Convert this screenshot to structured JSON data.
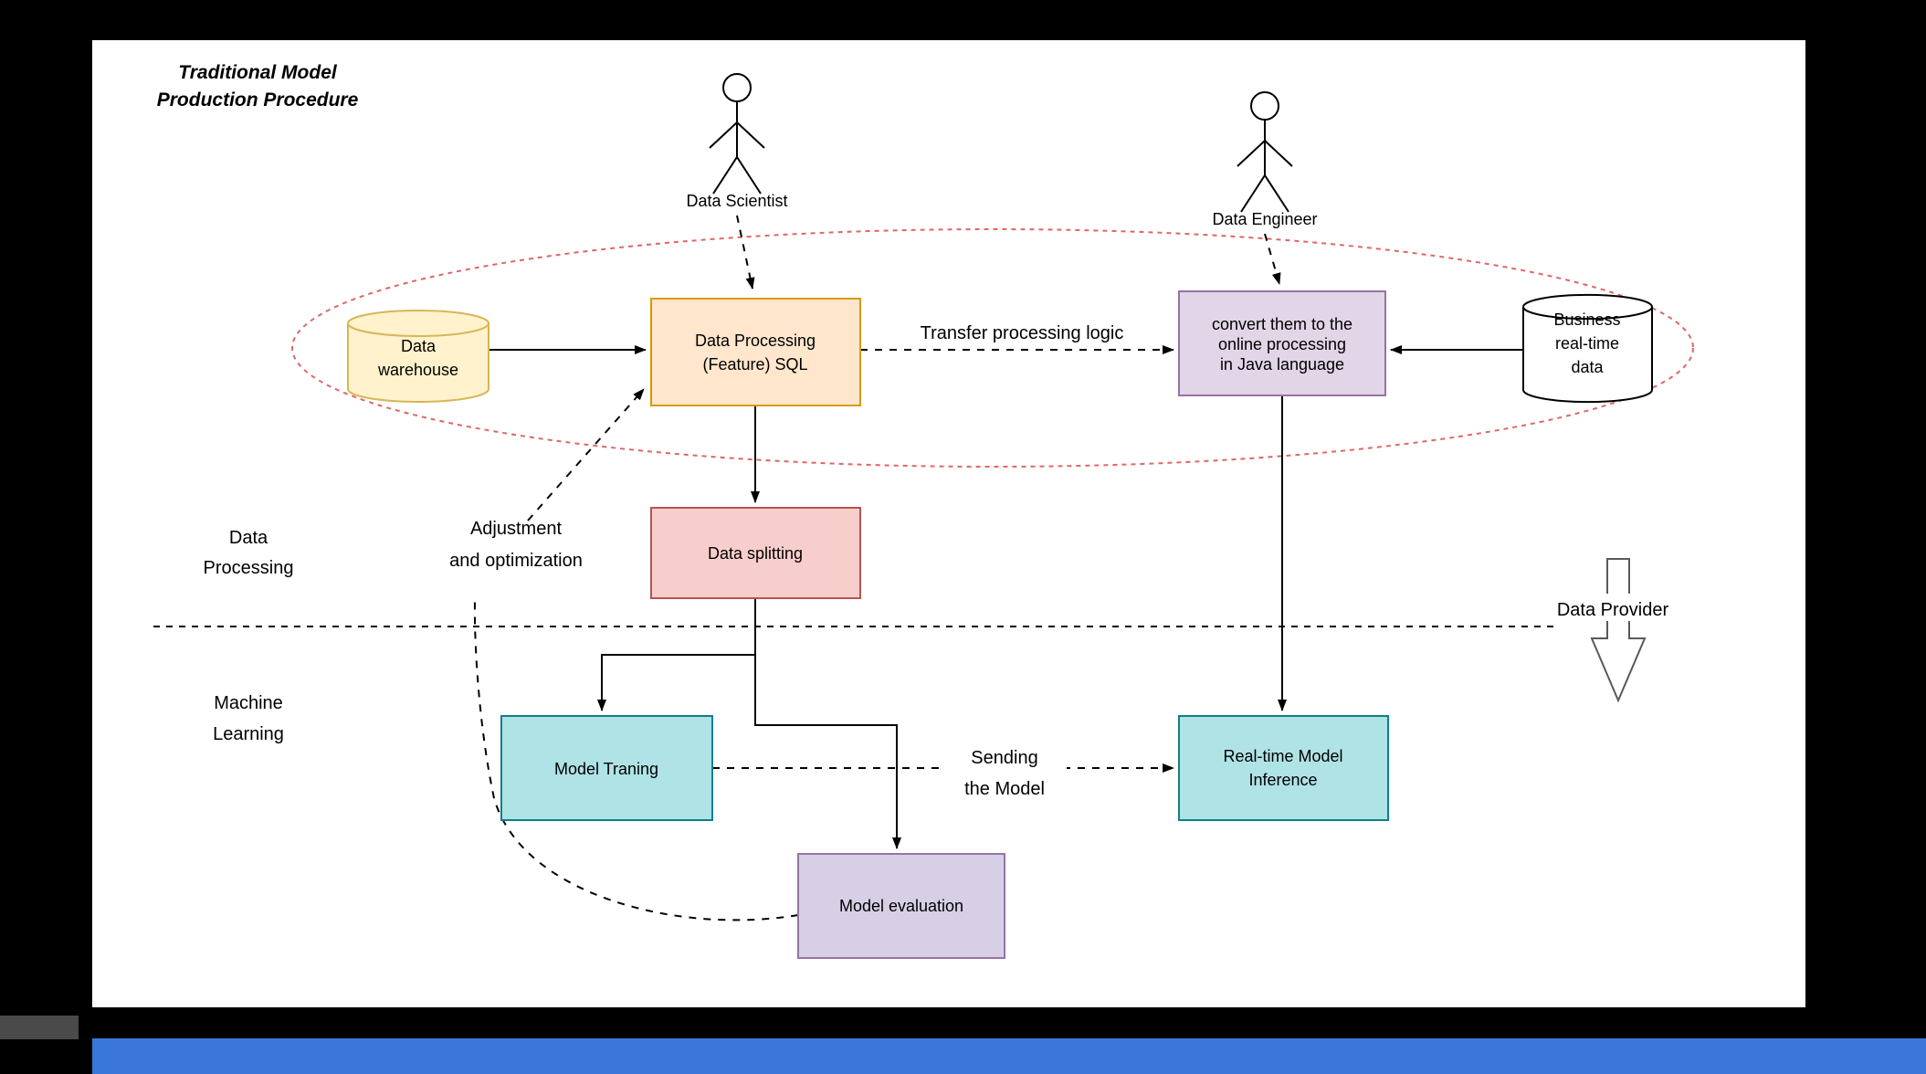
{
  "colors": {
    "page_bg": "#000000",
    "canvas_bg": "#ffffff",
    "title_text": "#7a1f1f",
    "provider_text": "#7a1f1f",
    "ellipse_stroke": "#e06666",
    "warehouse_fill": "#fff2cc",
    "warehouse_stroke": "#d6b656",
    "processing_fill": "#ffe6cc",
    "processing_stroke": "#d79b00",
    "convert_fill": "#e1d5e7",
    "convert_stroke": "#9673a6",
    "business_fill": "#ffffff",
    "business_stroke": "#000000",
    "splitting_fill": "#f8cecc",
    "splitting_stroke": "#b85450",
    "training_fill": "#b0e3e6",
    "training_stroke": "#0e8088",
    "inference_fill": "#b0e3e6",
    "inference_stroke": "#0e8088",
    "evaluation_fill": "#d7cfe6",
    "evaluation_stroke": "#9673a6",
    "arrow_color": "#000000",
    "provider_arrow_stroke": "#595959",
    "bottom_bar": "#3b76db",
    "bottom_left_strip": "#4a4a4a"
  },
  "title": {
    "line1": "Traditional Model",
    "line2": "Production Procedure"
  },
  "actors": {
    "scientist": "Data Scientist",
    "engineer": "Data Engineer"
  },
  "nodes": {
    "warehouse": {
      "line1": "Data",
      "line2": "warehouse"
    },
    "processing": {
      "line1": "Data Processing",
      "line2": "(Feature) SQL"
    },
    "convert": {
      "line1": "convert them to the",
      "line2": "online processing",
      "line3": "in Java language"
    },
    "business": {
      "line1": "Business",
      "line2": "real-time",
      "line3": "data"
    },
    "splitting": {
      "label": "Data splitting"
    },
    "training": {
      "label": "Model Traning"
    },
    "inference": {
      "line1": "Real-time Model",
      "line2": "Inference"
    },
    "evaluation": {
      "label": "Model evaluation"
    }
  },
  "labels": {
    "transfer": "Transfer processing logic",
    "adjustment": {
      "line1": "Adjustment",
      "line2": "and optimization"
    },
    "side_processing": {
      "line1": "Data",
      "line2": "Processing"
    },
    "machine": {
      "line1": "Machine",
      "line2": "Learning"
    },
    "provider": "Data Provider",
    "sending": {
      "line1": "Sending",
      "line2": "the Model"
    }
  }
}
